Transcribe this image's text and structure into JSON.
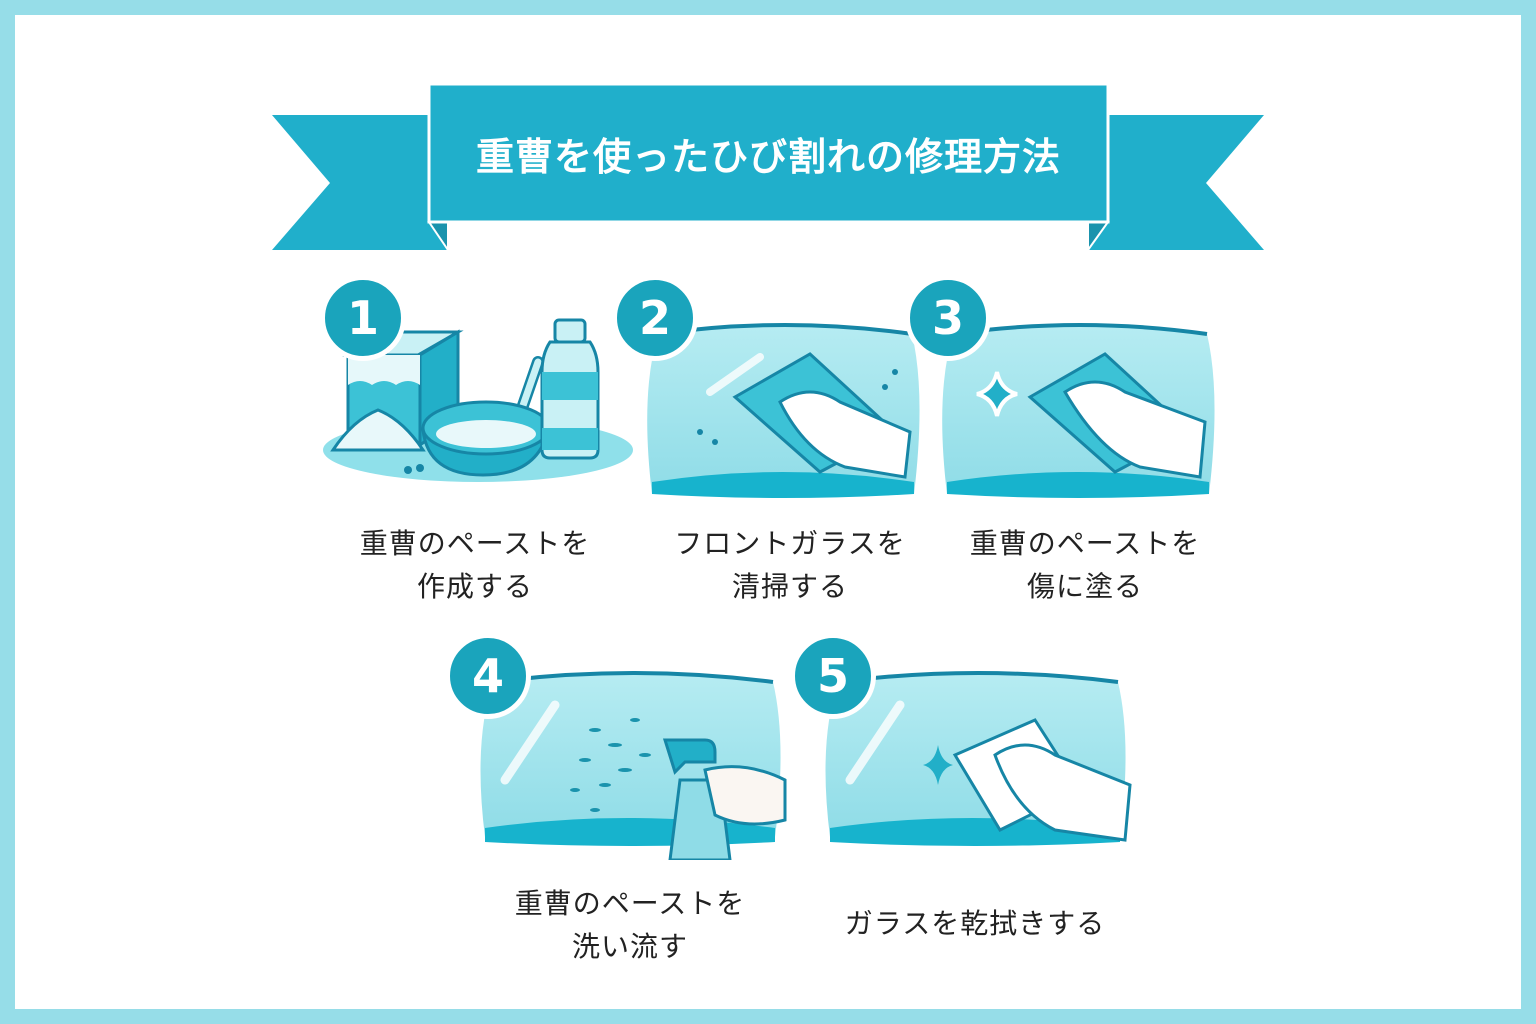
{
  "header": {
    "title": "重曹を使ったひび割れの修理方法"
  },
  "colors": {
    "frame": "#96DDE8",
    "ribbon": "#20AFCB",
    "badge": "#1AA4BC",
    "glass_light": "#A9E6EE",
    "glass_dark": "#17B3CD",
    "outline": "#1686A6"
  },
  "steps": [
    {
      "number": "1",
      "illustration": "baking-soda-box-bowl-bottle",
      "caption_line1": "重曹のペーストを",
      "caption_line2": "作成する"
    },
    {
      "number": "2",
      "illustration": "hand-wiping-windshield-with-cloth",
      "caption_line1": "フロントガラスを",
      "caption_line2": "清掃する"
    },
    {
      "number": "3",
      "illustration": "hand-applying-paste-with-cloth-sparkle",
      "caption_line1": "重曹のペーストを",
      "caption_line2": "傷に塗る"
    },
    {
      "number": "4",
      "illustration": "spray-bottle-rinsing-windshield",
      "caption_line1": "重曹のペーストを",
      "caption_line2": "洗い流す"
    },
    {
      "number": "5",
      "illustration": "hand-drying-windshield-with-white-cloth",
      "caption_line1": "ガラスを乾拭きする",
      "caption_line2": ""
    }
  ]
}
